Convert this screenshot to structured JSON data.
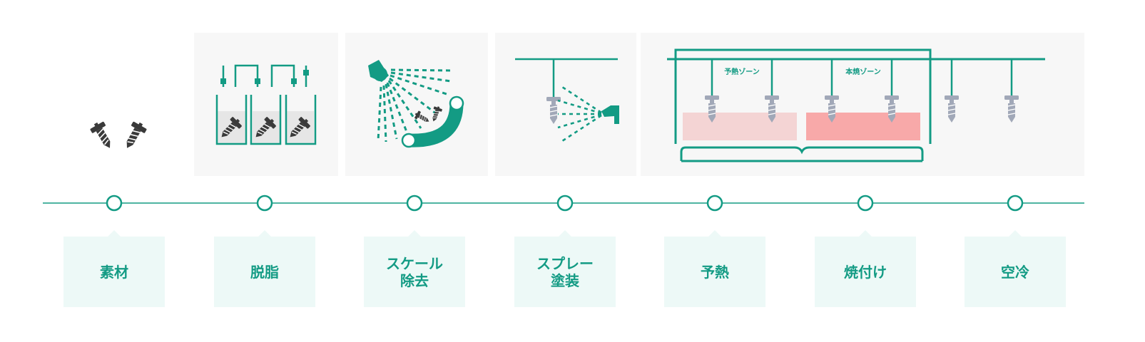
{
  "zones": {
    "preheat": "予熱ゾーン",
    "bake": "本焼ゾーン"
  },
  "steps": [
    {
      "label": "素材"
    },
    {
      "label": "脱脂"
    },
    {
      "label": "スケール\n除去"
    },
    {
      "label": "スプレー\n塗装"
    },
    {
      "label": "予熱"
    },
    {
      "label": "焼付け"
    },
    {
      "label": "空冷"
    }
  ],
  "colors": {
    "accent": "#139b84",
    "panel": "#f7f7f7",
    "label_bg": "#edf9f7",
    "preheat_zone": "#f4d4d4",
    "bake_zone": "#f8a9a9",
    "part_dark": "#3a3a3a",
    "part_gray": "#a1a8b8"
  },
  "icons": [
    "screw-icon",
    "degreasing-tank-icon",
    "shot-blast-icon",
    "spray-gun-icon",
    "conveyor-oven-icon"
  ]
}
